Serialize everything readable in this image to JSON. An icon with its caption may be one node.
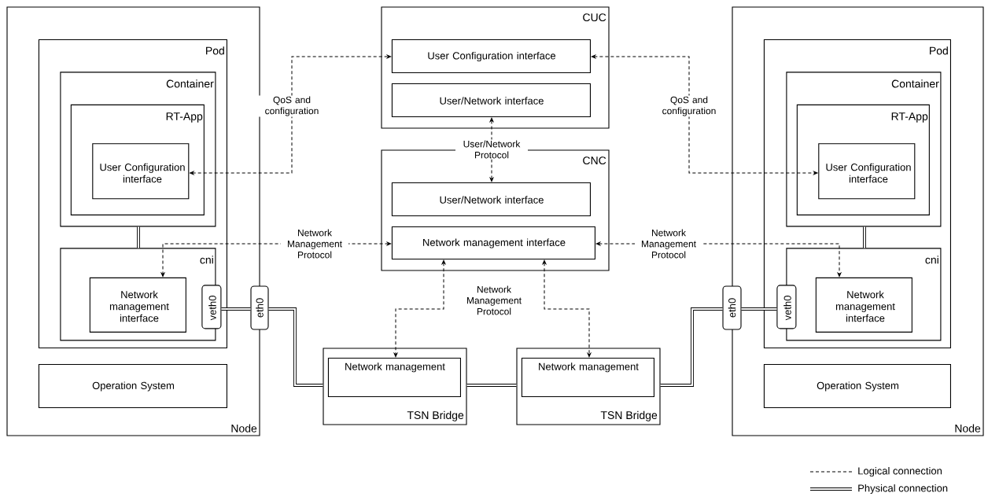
{
  "diagram": {
    "nodes": [
      {
        "text": [
          "Node"
        ]
      },
      {
        "text": [
          "Pod"
        ],
        "in": 0
      },
      {
        "text": [
          "Container"
        ],
        "in": 1
      },
      {
        "text": [
          "RT-App"
        ],
        "in": 2
      },
      {
        "text": [
          "User Configuration interface"
        ],
        "in": 3
      },
      {
        "text": [
          "cni"
        ],
        "in": 1
      },
      {
        "text": [
          "Network management interface"
        ],
        "in": 5
      },
      {
        "text": [
          "veth0"
        ],
        "in": 1
      },
      {
        "text": [
          "eth0"
        ]
      },
      {
        "text": [
          "Operation System"
        ],
        "in": 0
      },
      {
        "text": [
          "CUC"
        ]
      },
      {
        "text": [
          "User Configuration interface"
        ],
        "in": 10
      },
      {
        "text": [
          "User/Network interface"
        ],
        "in": 10
      },
      {
        "text": [
          "CNC"
        ]
      },
      {
        "text": [
          "User/Network interface"
        ],
        "in": 13
      },
      {
        "text": [
          "Network management interface"
        ],
        "in": 13
      },
      {
        "text": [
          "TSN Bridge"
        ]
      },
      {
        "text": [
          "Network management"
        ],
        "in": 16
      },
      {
        "text": [
          "TSN Bridge"
        ]
      },
      {
        "text": [
          "Network management"
        ],
        "in": 18
      },
      {
        "text": [
          "Node"
        ]
      },
      {
        "text": [
          "Pod"
        ],
        "in": 20
      },
      {
        "text": [
          "Container"
        ],
        "in": 21
      },
      {
        "text": [
          "RT-App"
        ],
        "in": 22
      },
      {
        "text": [
          "User Configuration interface"
        ],
        "in": 23
      },
      {
        "text": [
          "cni"
        ],
        "in": 21
      },
      {
        "text": [
          "Network management interface"
        ],
        "in": 25
      },
      {
        "text": [
          "veth0"
        ],
        "in": 21
      },
      {
        "text": [
          "eth0"
        ]
      },
      {
        "text": [
          "Operation System"
        ],
        "in": 20
      }
    ],
    "edges": [
      {
        "from": 4,
        "to": 11,
        "arrow": "both",
        "style": "dashed",
        "label": "QoS and configuration"
      },
      {
        "from": 11,
        "to": 24,
        "arrow": "both",
        "style": "dashed",
        "label": "QoS and configuration"
      },
      {
        "from": 14,
        "to": 12,
        "arrow": "both",
        "style": "dashed",
        "label": "User/Network Protocol"
      },
      {
        "from": 15,
        "to": 6,
        "arrow": "both",
        "style": "dashed",
        "label": "Network Management Protocol"
      },
      {
        "from": 15,
        "to": 26,
        "arrow": "both",
        "style": "dashed",
        "label": "Network Management Protocol"
      },
      {
        "from": 15,
        "to": 17,
        "arrow": "both",
        "style": "dashed",
        "label": "Network Management Protocol"
      },
      {
        "from": 15,
        "to": 19,
        "arrow": "both",
        "style": "dashed"
      },
      {
        "from": 2,
        "to": 5,
        "arrow": "none",
        "style": "thick"
      },
      {
        "from": 7,
        "to": 8,
        "arrow": "none",
        "style": "thick"
      },
      {
        "from": 8,
        "to": 16,
        "arrow": "none",
        "style": "thick"
      },
      {
        "from": 16,
        "to": 18,
        "arrow": "none",
        "style": "thick"
      },
      {
        "from": 18,
        "to": 28,
        "arrow": "none",
        "style": "thick"
      },
      {
        "from": 28,
        "to": 27,
        "arrow": "none",
        "style": "thick"
      },
      {
        "from": 22,
        "to": 25,
        "arrow": "none",
        "style": "thick"
      }
    ],
    "legend": [
      {
        "text": "Logical connection"
      },
      {
        "text": "Physical connection"
      }
    ]
  }
}
